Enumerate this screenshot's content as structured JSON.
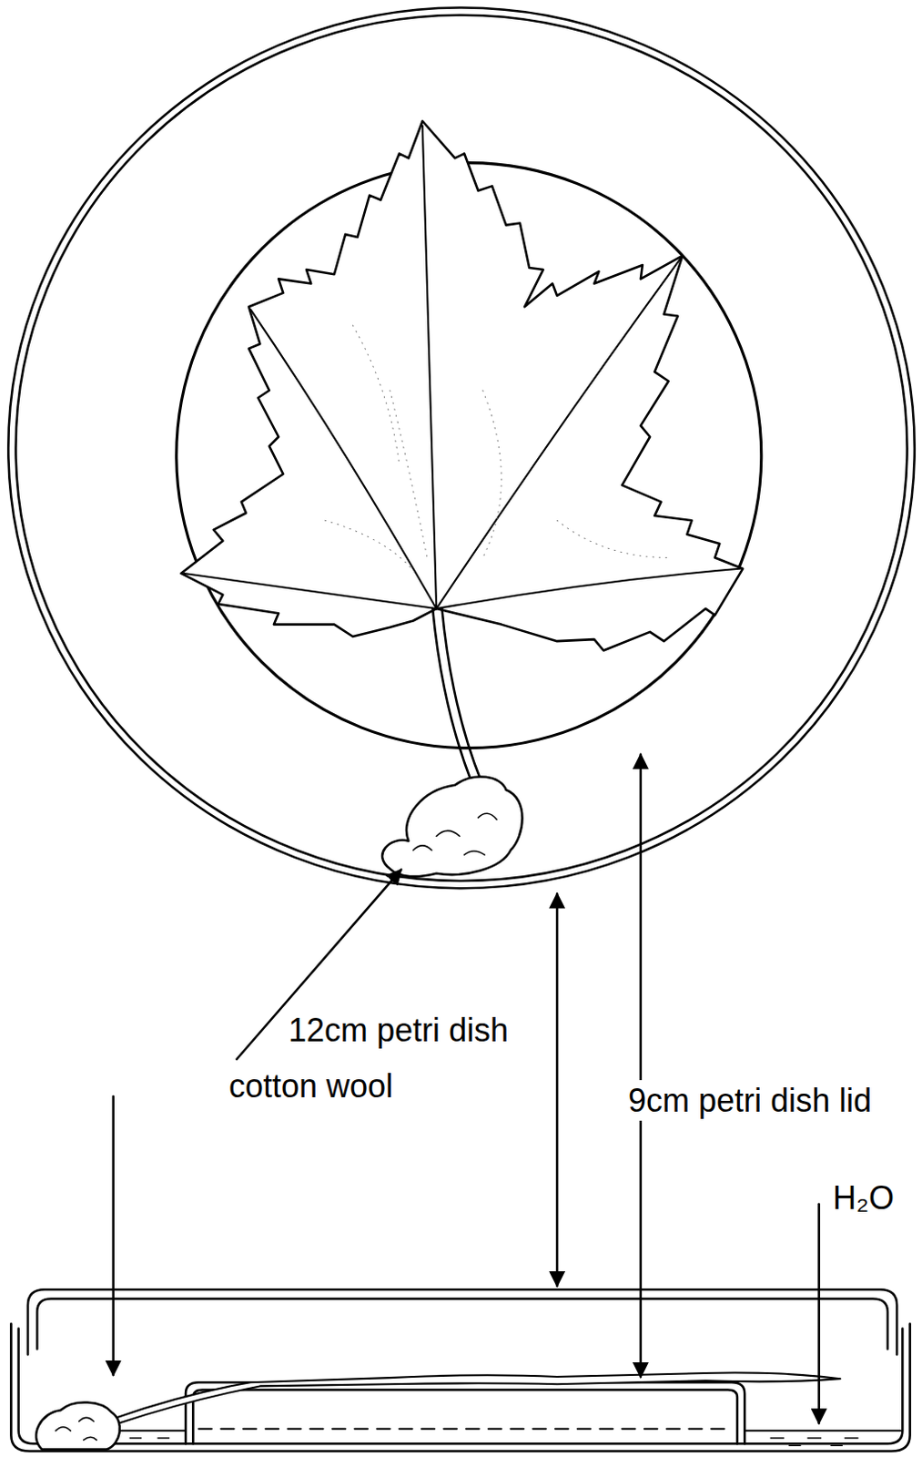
{
  "diagram": {
    "labels": [
      "12cm petri dish",
      "cotton wool",
      "9cm petri dish lid",
      "H₂O"
    ]
  }
}
